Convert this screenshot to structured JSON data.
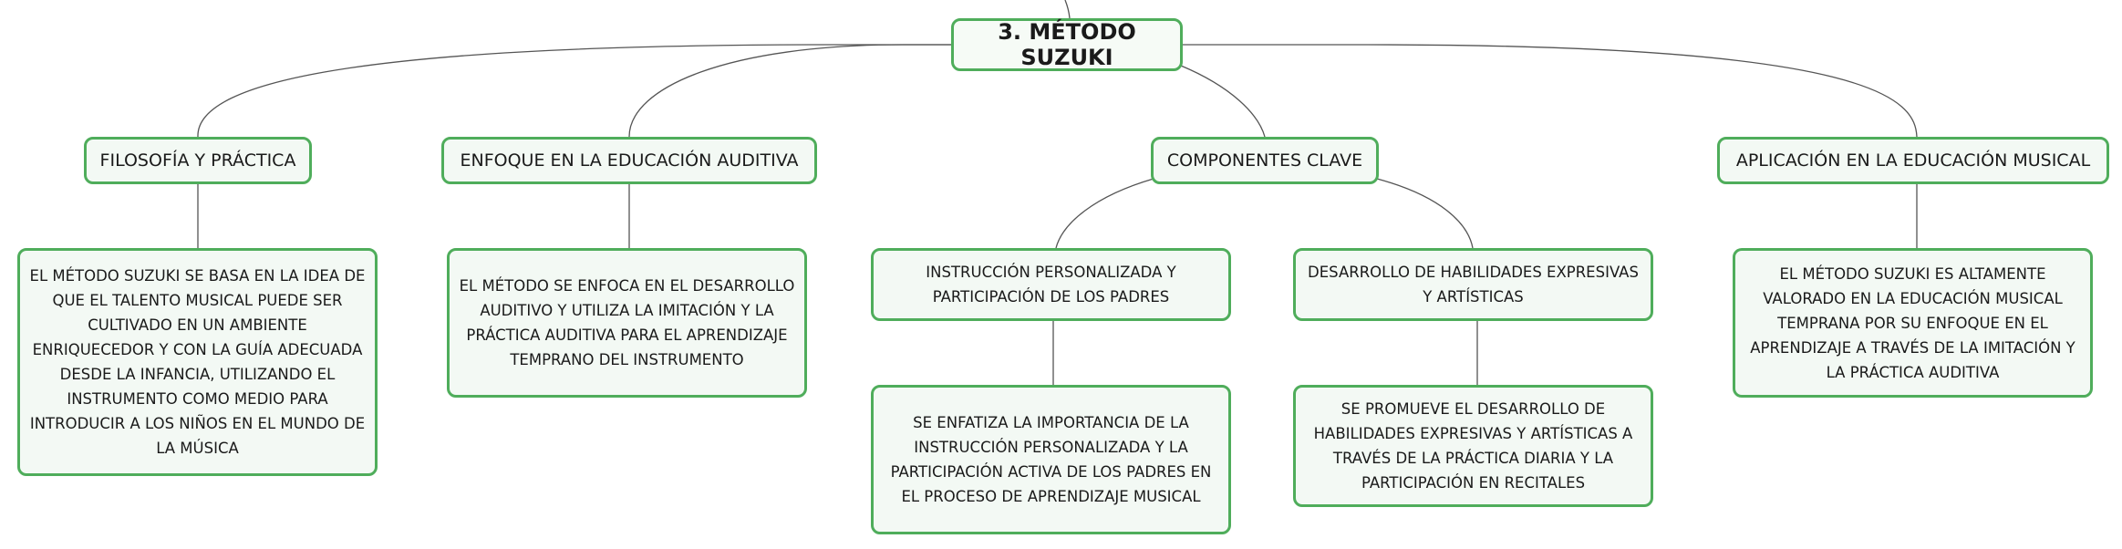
{
  "diagram": {
    "root": {
      "label": "3. MÉTODO SUZUKI"
    },
    "branches": [
      {
        "label": "FILOSOFÍA Y PRÁCTICA",
        "text": "EL MÉTODO SUZUKI SE BASA EN LA IDEA DE QUE EL TALENTO MUSICAL PUEDE SER CULTIVADO EN UN AMBIENTE ENRIQUECEDOR Y CON LA GUÍA ADECUADA DESDE LA INFANCIA, UTILIZANDO EL INSTRUMENTO COMO MEDIO PARA INTRODUCIR A LOS NIÑOS EN EL MUNDO DE LA MÚSICA"
      },
      {
        "label": "ENFOQUE EN LA EDUCACIÓN AUDITIVA",
        "text": "EL MÉTODO SE ENFOCA EN EL DESARROLLO AUDITIVO Y UTILIZA LA IMITACIÓN Y LA PRÁCTICA AUDITIVA PARA EL APRENDIZAJE TEMPRANO DEL INSTRUMENTO"
      },
      {
        "label": "COMPONENTES CLAVE",
        "children": [
          {
            "label": "INSTRUCCIÓN PERSONALIZADA Y PARTICIPACIÓN DE LOS PADRES",
            "text": "SE ENFATIZA LA IMPORTANCIA DE LA INSTRUCCIÓN PERSONALIZADA Y LA PARTICIPACIÓN ACTIVA DE LOS PADRES EN EL PROCESO DE APRENDIZAJE MUSICAL"
          },
          {
            "label": "DESARROLLO DE HABILIDADES EXPRESIVAS Y ARTÍSTICAS",
            "text": "SE PROMUEVE EL DESARROLLO DE HABILIDADES EXPRESIVAS Y ARTÍSTICAS A TRAVÉS DE LA PRÁCTICA DIARIA Y LA PARTICIPACIÓN EN RECITALES"
          }
        ]
      },
      {
        "label": "APLICACIÓN EN LA EDUCACIÓN MUSICAL",
        "text": "EL MÉTODO SUZUKI ES ALTAMENTE VALORADO EN LA EDUCACIÓN MUSICAL TEMPRANA POR SU ENFOQUE EN EL APRENDIZAJE A TRAVÉS DE LA IMITACIÓN Y LA PRÁCTICA AUDITIVA"
      }
    ]
  },
  "colors": {
    "node_border": "#4fad5b",
    "node_fill": "#f3f9f4",
    "connector": "#555555"
  }
}
